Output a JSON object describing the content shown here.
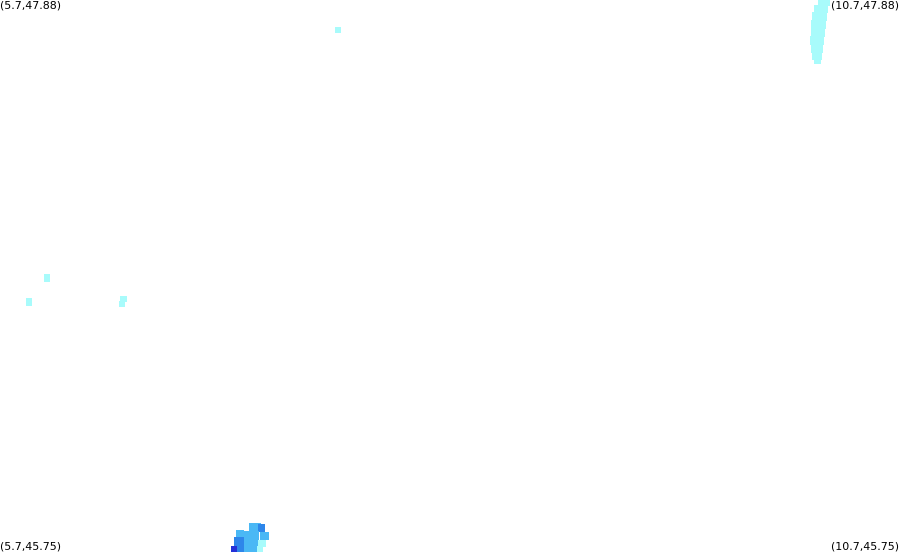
{
  "corners": {
    "top_left": "(5.7,47.88)",
    "top_right": "(10.7,47.88)",
    "bottom_left": "(5.7,45.75)",
    "bottom_right": "(10.7,45.75)"
  },
  "colors": {
    "background": "#ffffff",
    "light_cyan": "#a8fbfb",
    "sky_blue": "#4ab8f5",
    "mid_blue": "#2e86ea",
    "deep_blue": "#2430d8"
  }
}
